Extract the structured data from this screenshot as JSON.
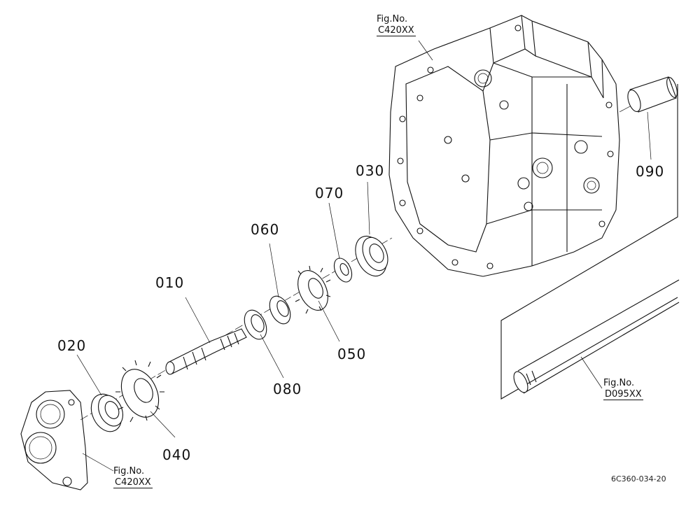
{
  "parts": [
    {
      "num": "010"
    },
    {
      "num": "020"
    },
    {
      "num": "030"
    },
    {
      "num": "040"
    },
    {
      "num": "050"
    },
    {
      "num": "060"
    },
    {
      "num": "070"
    },
    {
      "num": "080"
    },
    {
      "num": "090"
    }
  ],
  "references": [
    {
      "prefix": "Fig.No.",
      "code": "C420XX"
    },
    {
      "prefix": "Fig.No.",
      "code": "C420XX"
    },
    {
      "prefix": "Fig.No.",
      "code": "D095XX"
    }
  ],
  "drawing_code": "6C360-034-20"
}
